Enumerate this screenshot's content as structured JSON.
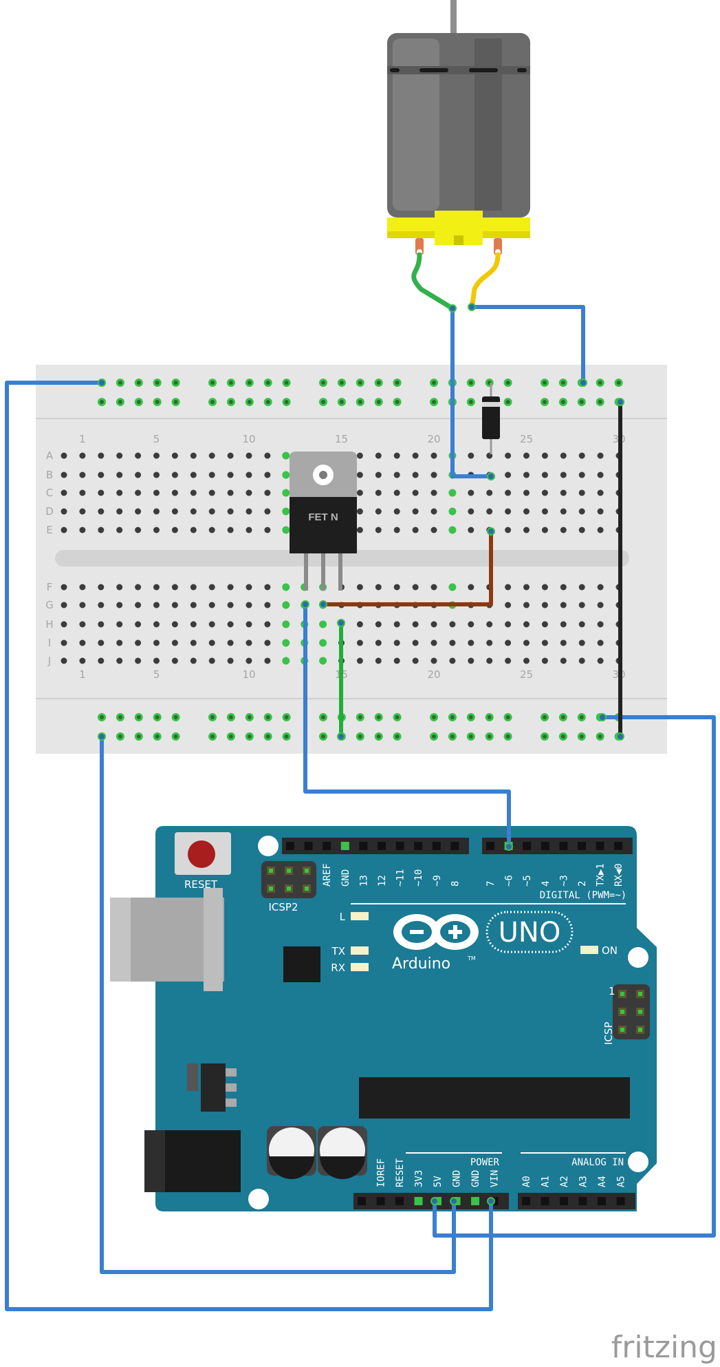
{
  "breadboard": {
    "column_numbers": [
      "1",
      "5",
      "10",
      "15",
      "20",
      "25",
      "30"
    ],
    "row_letters_top": [
      "A",
      "B",
      "C",
      "D",
      "E"
    ],
    "row_letters_bottom": [
      "F",
      "G",
      "H",
      "I",
      "J"
    ]
  },
  "transistor": {
    "label": "FET N"
  },
  "arduino": {
    "reset_label": "RESET",
    "icsp2_label": "ICSP2",
    "icsp_label": "ICSP",
    "icsp_pin1": "1",
    "digital_header_label": "DIGITAL (PWM=~)",
    "digital_pins": [
      "AREF",
      "GND",
      "13",
      "12",
      "~11",
      "~10",
      "~9",
      "8",
      "7",
      "~6",
      "~5",
      "4",
      "~3",
      "2",
      "TX▶1",
      "RX◀0"
    ],
    "led_l": "L",
    "led_tx": "TX",
    "led_rx": "RX",
    "led_on": "ON",
    "logo_text": "Arduino",
    "trademark": "TM",
    "model": "UNO",
    "power_label": "POWER",
    "analog_label": "ANALOG IN",
    "power_pins": [
      "IOREF",
      "RESET",
      "3V3",
      "5V",
      "GND",
      "GND",
      "VIN"
    ],
    "analog_pins": [
      "A0",
      "A1",
      "A2",
      "A3",
      "A4",
      "A5"
    ]
  },
  "watermark": "fritzing",
  "colors": {
    "wire_blue": "#3a7fd0",
    "wire_brown": "#8b3a10",
    "wire_green": "#1fae3a",
    "wire_black": "#222222",
    "motor_lead_green": "#32b04a",
    "motor_lead_yellow": "#f2c800",
    "arduino_board": "#1b7a94",
    "breadboard": "#e6e6e6",
    "motor_body": "#6a6a6a",
    "motor_endcap": "#f2ef14"
  }
}
